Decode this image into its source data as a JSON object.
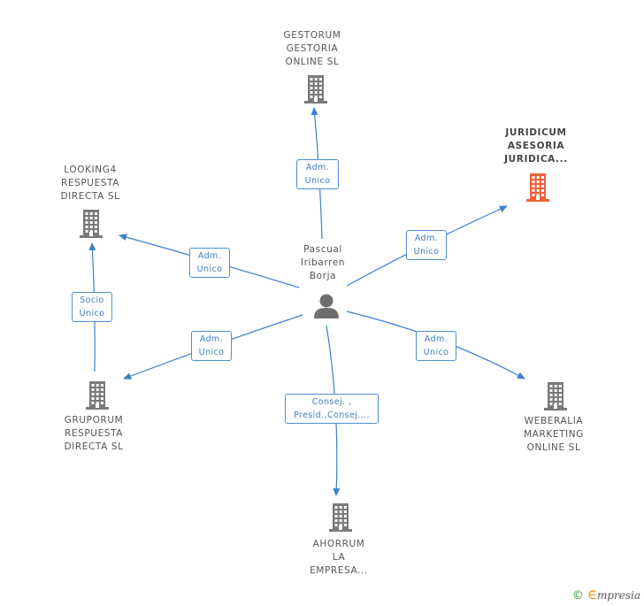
{
  "colors": {
    "edge": "#3b7fd0",
    "node_icon": "#7a7a7a",
    "highlight_icon": "#f0623a",
    "person_icon": "#6e6e6e",
    "label_border": "#4a8fd6"
  },
  "center": {
    "name": "Pascual\nIribarren\nBorja",
    "icon": "person-icon"
  },
  "companies": [
    {
      "id": "gestorum",
      "name": "GESTORUM\nGESTORIA\nONLINE SL",
      "icon": "building-icon",
      "highlight": false
    },
    {
      "id": "juridicum",
      "name": "JURIDICUM\nASESORIA\nJURIDICA...",
      "icon": "building-icon",
      "highlight": true
    },
    {
      "id": "looking4",
      "name": "LOOKING4\nRESPUESTA\nDIRECTA SL",
      "icon": "building-icon",
      "highlight": false
    },
    {
      "id": "gruporum",
      "name": "GRUPORUM\nRESPUESTA\nDIRECTA SL",
      "icon": "building-icon",
      "highlight": false
    },
    {
      "id": "weberalia",
      "name": "WEBERALIA\nMARKETING\nONLINE SL",
      "icon": "building-icon",
      "highlight": false
    },
    {
      "id": "ahorrum",
      "name": "AHORRUM\nLA\nEMPRESA...",
      "icon": "building-icon",
      "highlight": false
    }
  ],
  "relations": [
    {
      "from": "center",
      "to": "gestorum",
      "label": "Adm.\nUnico"
    },
    {
      "from": "center",
      "to": "juridicum",
      "label": "Adm.\nUnico"
    },
    {
      "from": "center",
      "to": "looking4",
      "label": "Adm.\nUnico"
    },
    {
      "from": "center",
      "to": "gruporum",
      "label": "Adm.\nUnico"
    },
    {
      "from": "center",
      "to": "weberalia",
      "label": "Adm.\nUnico"
    },
    {
      "from": "center",
      "to": "ahorrum",
      "label": "Consej. ,\nPresid.,Consej...."
    },
    {
      "from": "gruporum",
      "to": "looking4",
      "label": "Socio\nÚnico"
    }
  ],
  "footer": {
    "copyright": "©",
    "brand_initial": "∈",
    "brand_rest": "mpresia"
  }
}
